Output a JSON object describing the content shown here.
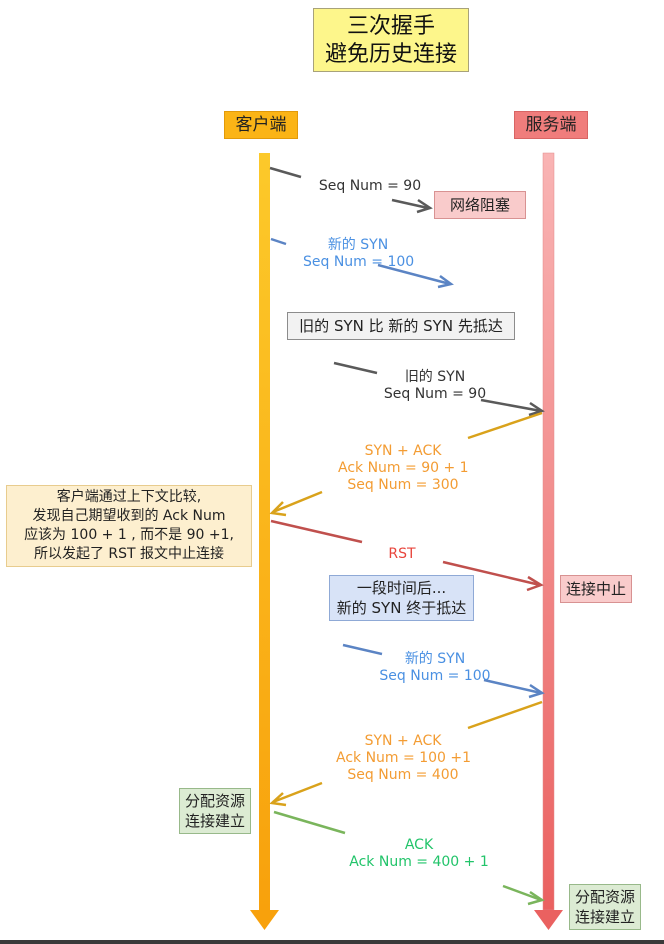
{
  "title": {
    "line1": "三次握手",
    "line2": "避免历史连接"
  },
  "lanes": {
    "client": "客户端",
    "server": "服务端"
  },
  "notes": {
    "network_blocked": "网络阻塞",
    "old_first": "旧的 SYN 比 新的 SYN 先抵达",
    "client_reason": [
      "客户端通过上下文比较,",
      "发现自己期望收到的 Ack Num",
      "应该为 100 + 1 , 而不是 90 +1,",
      "所以发起了 RST 报文中止连接"
    ],
    "abort": "连接中止",
    "later": [
      "一段时间后...",
      "新的 SYN 终于抵达"
    ],
    "client_established": [
      "分配资源",
      "连接建立"
    ],
    "server_established": [
      "分配资源",
      "连接建立"
    ]
  },
  "messages": {
    "old_syn_sent": {
      "line1": "Seq Num = 90"
    },
    "new_syn_sent": {
      "line1": "新的 SYN",
      "line2": "Seq Num = 100"
    },
    "old_syn_arrive": {
      "line1": "旧的 SYN",
      "line2": "Seq Num = 90"
    },
    "synack_old": {
      "line1": "SYN + ACK",
      "line2": "Ack Num =  90 + 1",
      "line3": "Seq Num = 300"
    },
    "rst": {
      "line1": "RST"
    },
    "new_syn_arrive": {
      "line1": "新的 SYN",
      "line2": "Seq Num = 100"
    },
    "synack_new": {
      "line1": "SYN + ACK",
      "line2": "Ack Num =  100 +1",
      "line3": "Seq Num = 400"
    },
    "ack": {
      "line1": "ACK",
      "line2": "Ack Num = 400 + 1"
    }
  },
  "colors": {
    "client_lane": "#fbb416",
    "server_lane": "#f07d7c",
    "old_syn": "#5a5a5a",
    "new_syn": "#5b84c4",
    "synack": "#d9a21b",
    "rst": "#c0504d",
    "ack": "#7ab55c"
  }
}
